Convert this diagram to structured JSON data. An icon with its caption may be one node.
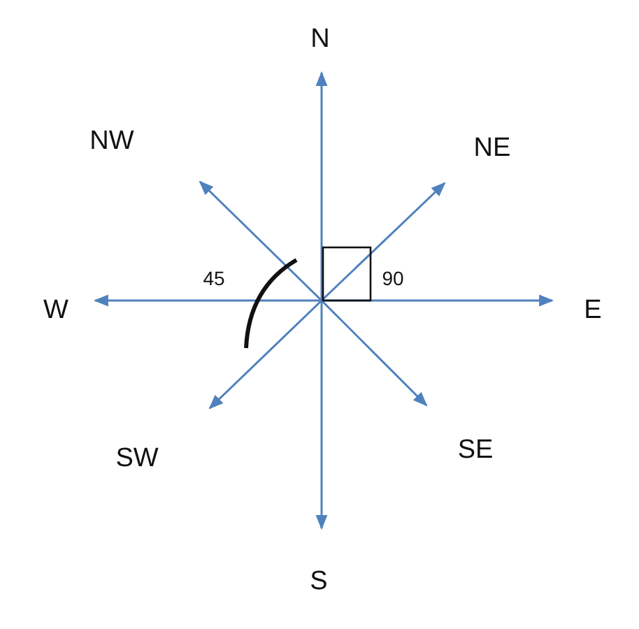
{
  "diagram": {
    "labels": [
      "N",
      "NW",
      "NE",
      "45",
      "90",
      "W",
      "E",
      "SW",
      "SE",
      "S"
    ]
  }
}
